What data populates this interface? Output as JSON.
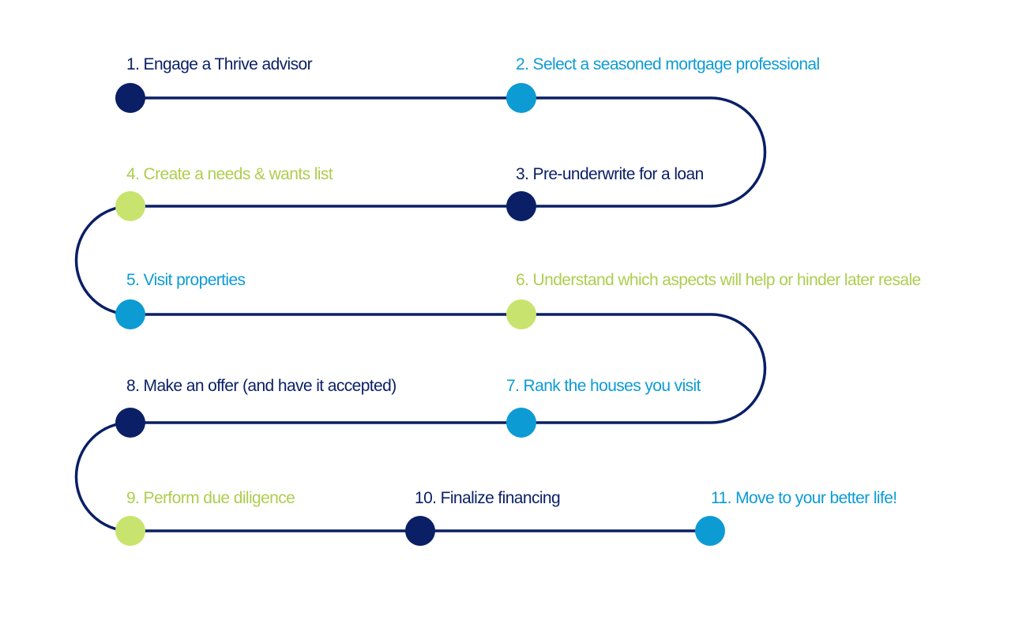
{
  "colors": {
    "navy": "#0a1f66",
    "blue": "#0d9bd4",
    "green": "#c8e46e",
    "green_text": "#aecd4f",
    "path": "#0a1f66"
  },
  "steps": [
    {
      "label": "1. Engage a Thrive advisor",
      "color": "navy"
    },
    {
      "label": "2. Select a seasoned mortgage professional",
      "color": "blue"
    },
    {
      "label": "3. Pre-underwrite for a loan",
      "color": "navy"
    },
    {
      "label": "4. Create a needs & wants list",
      "color": "green"
    },
    {
      "label": "5. Visit properties",
      "color": "blue"
    },
    {
      "label": "6. Understand which aspects will help or hinder later resale",
      "color": "green"
    },
    {
      "label": "7. Rank the houses you visit",
      "color": "blue"
    },
    {
      "label": "8. Make an offer (and have it accepted)",
      "color": "navy"
    },
    {
      "label": "9. Perform due diligence",
      "color": "green"
    },
    {
      "label": "10. Finalize financing",
      "color": "navy"
    },
    {
      "label": "11. Move to your better life!",
      "color": "blue"
    }
  ]
}
